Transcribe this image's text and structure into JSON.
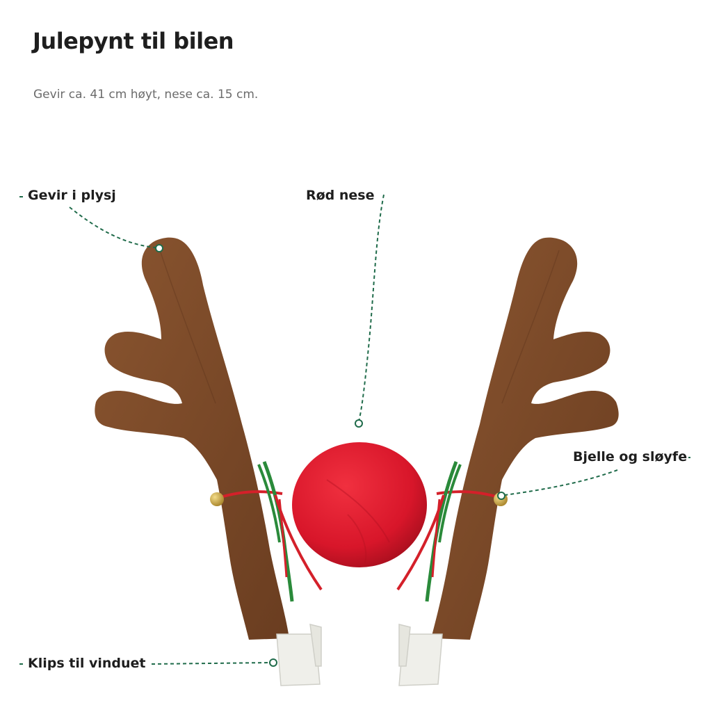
{
  "page": {
    "title": "Julepynt til bilen",
    "subtitle": "Gevir ca. 41 cm høyt, nese ca. 15 cm."
  },
  "callouts": {
    "antler": "Gevir i plysj",
    "nose": "Rød nese",
    "bell": "Bjelle og sløyfe",
    "clip": "Klips til vinduet"
  },
  "colors": {
    "antler": "#7a4a28",
    "nose": "#d8162a",
    "leader": "#1f6b4a",
    "ribbon_red": "#d4202a",
    "ribbon_green": "#2a8a3a",
    "bell": "#c9a43a",
    "clip": "#efefea"
  }
}
